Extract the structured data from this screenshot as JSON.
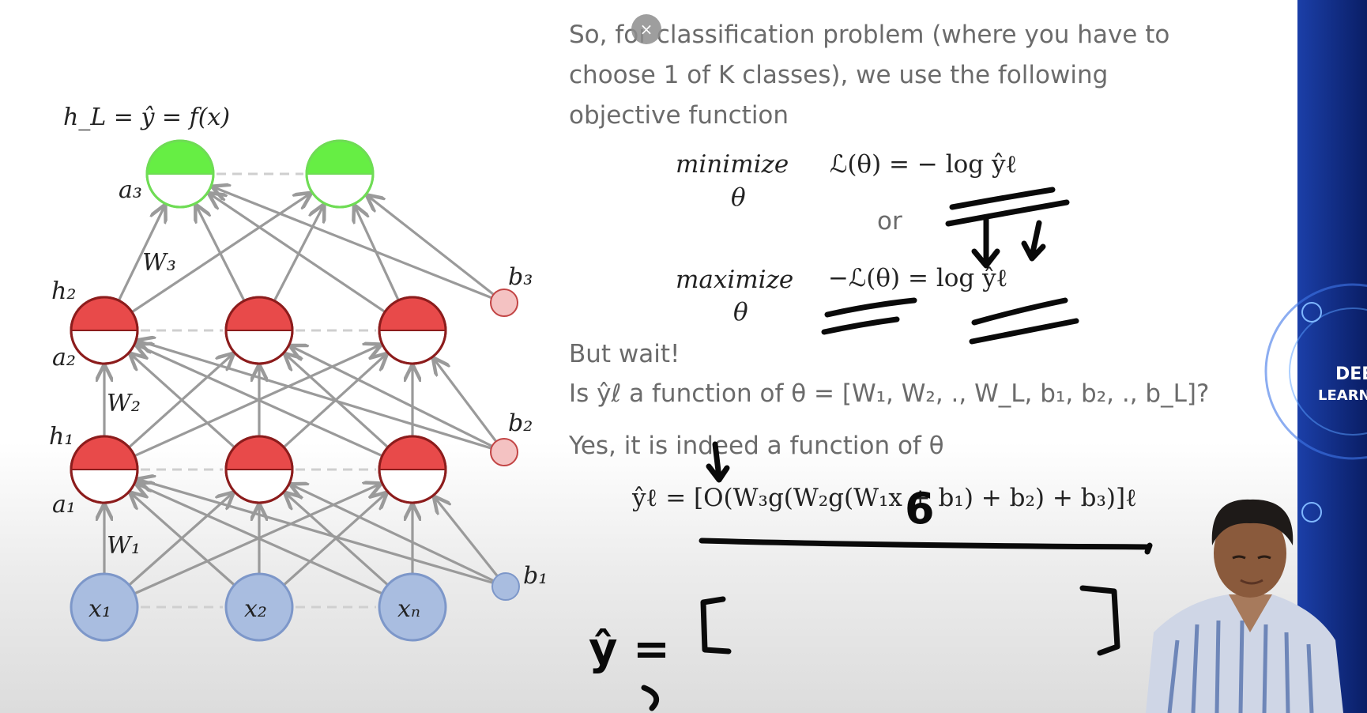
{
  "overlay": {
    "close_glyph": "×"
  },
  "network": {
    "output_formula": "h_L = ŷ = f(x)",
    "layer_labels": {
      "h2": "h₂",
      "h1": "h₁",
      "a3": "a₃",
      "a2": "a₂",
      "a1": "a₁"
    },
    "weight_labels": {
      "w3": "W₃",
      "w2": "W₂",
      "w1": "W₁"
    },
    "bias_labels": {
      "b3": "b₃",
      "b2": "b₂",
      "b1": "b₁"
    },
    "input_labels": [
      "x₁",
      "x₂",
      "xₙ"
    ],
    "colors": {
      "output": "#66ee44",
      "hidden": "#e84a4a",
      "input": "#a9bde0",
      "bias_hidden": "#f4c2c2",
      "bias_input": "#a9bde0",
      "edge": "#9a9a9a"
    }
  },
  "slide": {
    "intro_lines": [
      "So, for classification problem (where you have to",
      "choose 1 of K classes), we use the following",
      "objective function"
    ],
    "minimize_word": "minimize",
    "theta": "θ",
    "loss_min": "ℒ(θ) = − log ŷℓ",
    "or_word": "or",
    "maximize_word": "maximize",
    "loss_max": "−ℒ(θ) =  log ŷℓ",
    "but_wait": "But wait!",
    "question": "Is ŷℓ a function of θ = [W₁, W₂, ., W_L, b₁, b₂, ., b_L]?",
    "answer": "Yes, it is indeed a function of θ",
    "expansion": "ŷℓ = [O(W₃g(W₂g(W₁x + b₁) + b₂) + b₃)]ℓ"
  },
  "handwriting": {
    "six": "6",
    "y_hat": "ŷ ="
  },
  "watermark": {
    "line1": "DEEP",
    "line2": "LEARNING"
  }
}
